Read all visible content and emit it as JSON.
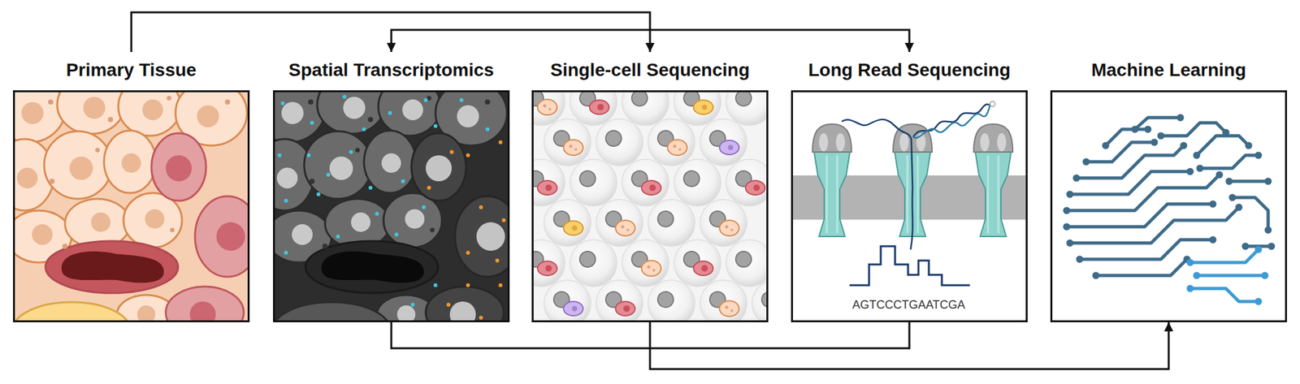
{
  "diagram": {
    "nodes": [
      {
        "text": [
          "Primary Tissue"
        ]
      },
      {
        "text": [
          "Spatial Transcriptomics"
        ]
      },
      {
        "text": [
          "Single-cell Sequencing"
        ]
      },
      {
        "text": [
          "Long Read Sequencing"
        ]
      },
      {
        "text": [
          "Machine Learning"
        ]
      }
    ],
    "edges": [
      {
        "from": 0,
        "to": 2,
        "arrow": "to"
      },
      {
        "from": 1,
        "to": 3,
        "arrow": "both"
      },
      {
        "from": 1,
        "to": 3,
        "arrow": "none"
      },
      {
        "from": 2,
        "to": 4,
        "arrow": "to"
      }
    ],
    "labels": [
      "AGTCCCTGAATCGA"
    ]
  }
}
